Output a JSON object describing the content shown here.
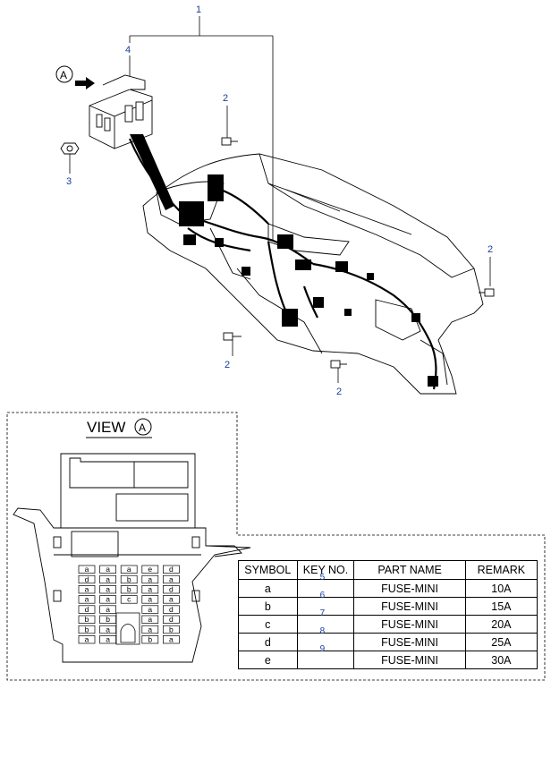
{
  "callouts": {
    "c1": "1",
    "c2a": "2",
    "c2b": "2",
    "c2c": "2",
    "c2d": "2",
    "c3": "3",
    "c4": "4"
  },
  "view": {
    "marker": "A",
    "title": "VIEW",
    "title_marker": "A"
  },
  "fuse_grid": [
    [
      "a",
      "a",
      "a",
      "e",
      "d"
    ],
    [
      "d",
      "a",
      "b",
      "a",
      "a"
    ],
    [
      "a",
      "a",
      "b",
      "a",
      "d"
    ],
    [
      "a",
      "a",
      "c",
      "a",
      "a"
    ],
    [
      "d",
      "a",
      "",
      "a",
      "d"
    ],
    [
      "b",
      "b",
      "",
      "a",
      "d"
    ],
    [
      "b",
      "a",
      "",
      "a",
      "b"
    ],
    [
      "a",
      "a",
      "",
      "b",
      "a"
    ]
  ],
  "table": {
    "headers": [
      "SYMBOL",
      "KEY NO.",
      "PART NAME",
      "REMARK"
    ],
    "rows": [
      {
        "symbol": "a",
        "part": "FUSE-MINI",
        "remark": "10A"
      },
      {
        "symbol": "b",
        "part": "FUSE-MINI",
        "remark": "15A"
      },
      {
        "symbol": "c",
        "part": "FUSE-MINI",
        "remark": "20A"
      },
      {
        "symbol": "d",
        "part": "FUSE-MINI",
        "remark": "25A"
      },
      {
        "symbol": "e",
        "part": "FUSE-MINI",
        "remark": "30A"
      }
    ],
    "key_numbers": [
      "5",
      "6",
      "7",
      "8",
      "9"
    ]
  },
  "colors": {
    "callout": "#1b3c9c",
    "line": "#000000"
  }
}
